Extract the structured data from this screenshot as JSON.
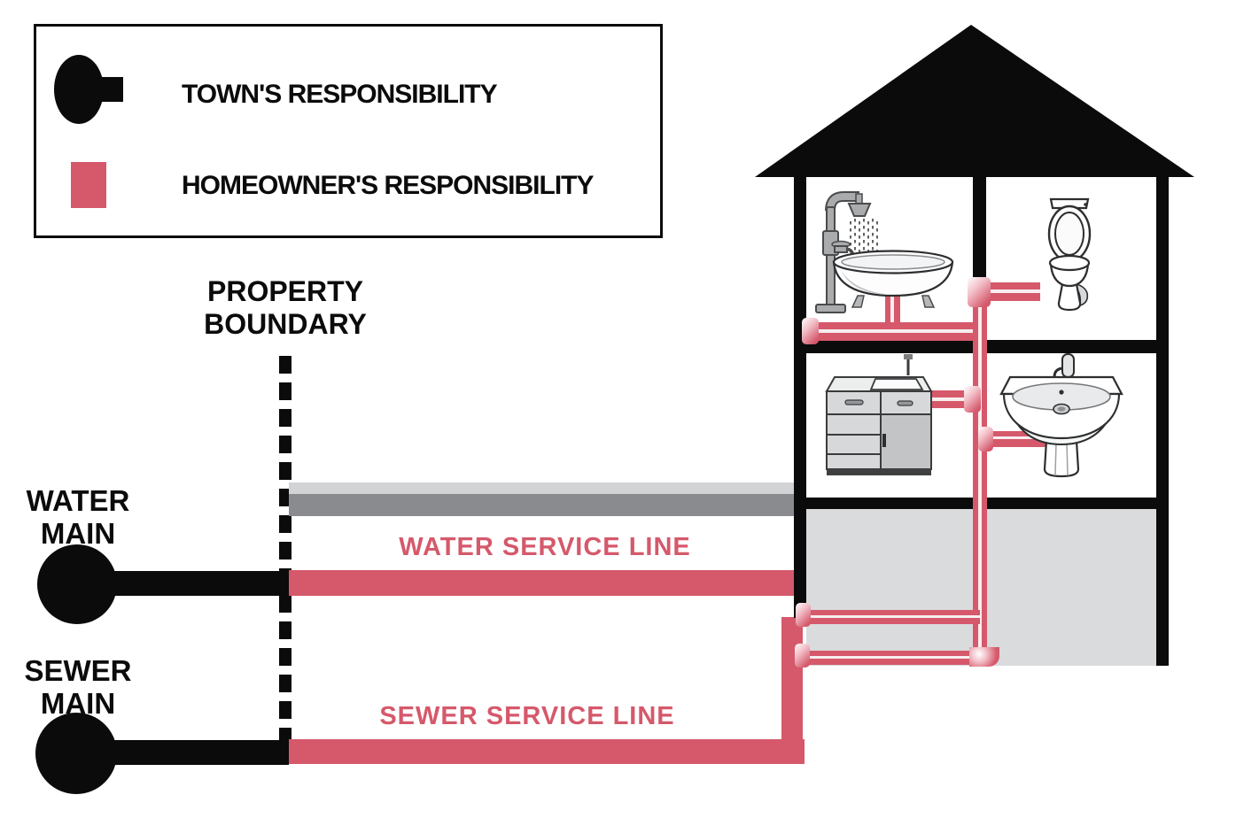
{
  "diagram": {
    "legend": {
      "items": [
        {
          "id": "town",
          "symbol": "black-main-and-pipe-icon",
          "label": "TOWN'S RESPONSIBILITY"
        },
        {
          "id": "homeowner",
          "symbol": "red-square-icon",
          "label": "HOMEOWNER'S RESPONSIBILITY"
        }
      ]
    },
    "labels": {
      "property_boundary": {
        "line1": "PROPERTY",
        "line2": "BOUNDARY"
      },
      "water_main": {
        "line1": "WATER",
        "line2": "MAIN"
      },
      "sewer_main": {
        "line1": "SEWER",
        "line2": "MAIN"
      },
      "water_service_line": "WATER SERVICE LINE",
      "sewer_service_line": "SEWER SERVICE LINE"
    },
    "fixtures": [
      "shower-bathtub-icon",
      "toilet-icon",
      "kitchen-sink-cabinet-icon",
      "pedestal-basin-icon"
    ]
  },
  "colors": {
    "ink": "#0b0b0c",
    "pipe-red": "#d5596b",
    "pipe-highlight": "#f8eeef",
    "ground-dark": "#8a8b8e",
    "ground-light": "#d2d3d5",
    "basement": "#dadbdd"
  }
}
